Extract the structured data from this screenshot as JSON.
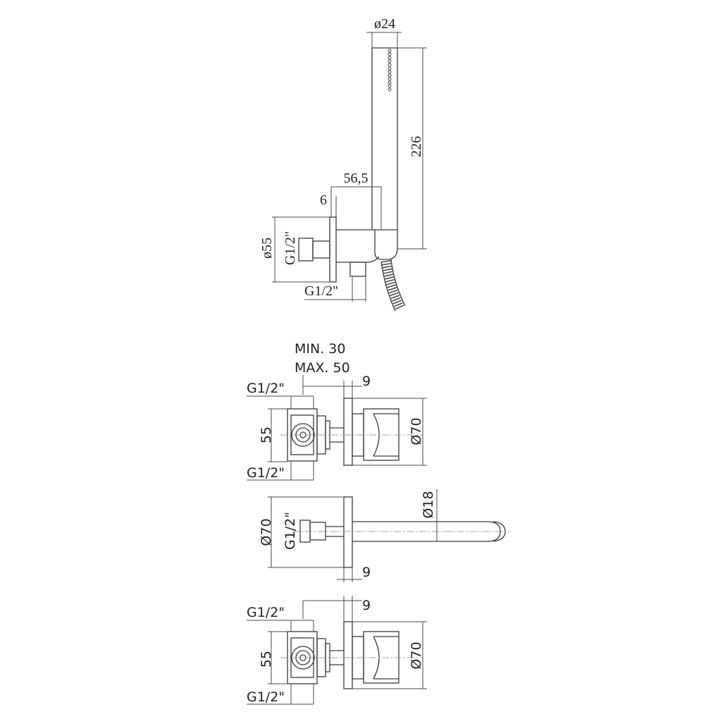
{
  "hand_shower": {
    "handle_diameter": "ø24",
    "handle_length": "226",
    "projection": "56,5",
    "plate_thickness": "6",
    "plate_diameter": "ø55",
    "inlet_thread": "G1/2\"",
    "outlet_thread": "G1/2\""
  },
  "mixer_upper": {
    "depth_min": "MIN. 30",
    "depth_max": "MAX. 50",
    "top_thread": "G1/2\"",
    "plate_thickness": "9",
    "body_height": "55",
    "plate_diameter": "Ø70",
    "bottom_thread": "G1/2\""
  },
  "spout": {
    "plate_diameter": "Ø70",
    "inlet_thread": "G1/2\"",
    "spout_diameter": "Ø18",
    "plate_thickness": "9"
  },
  "mixer_lower": {
    "top_thread": "G1/2\"",
    "plate_thickness": "9",
    "body_height": "55",
    "plate_diameter": "Ø70",
    "bottom_thread": "G1/2\""
  }
}
